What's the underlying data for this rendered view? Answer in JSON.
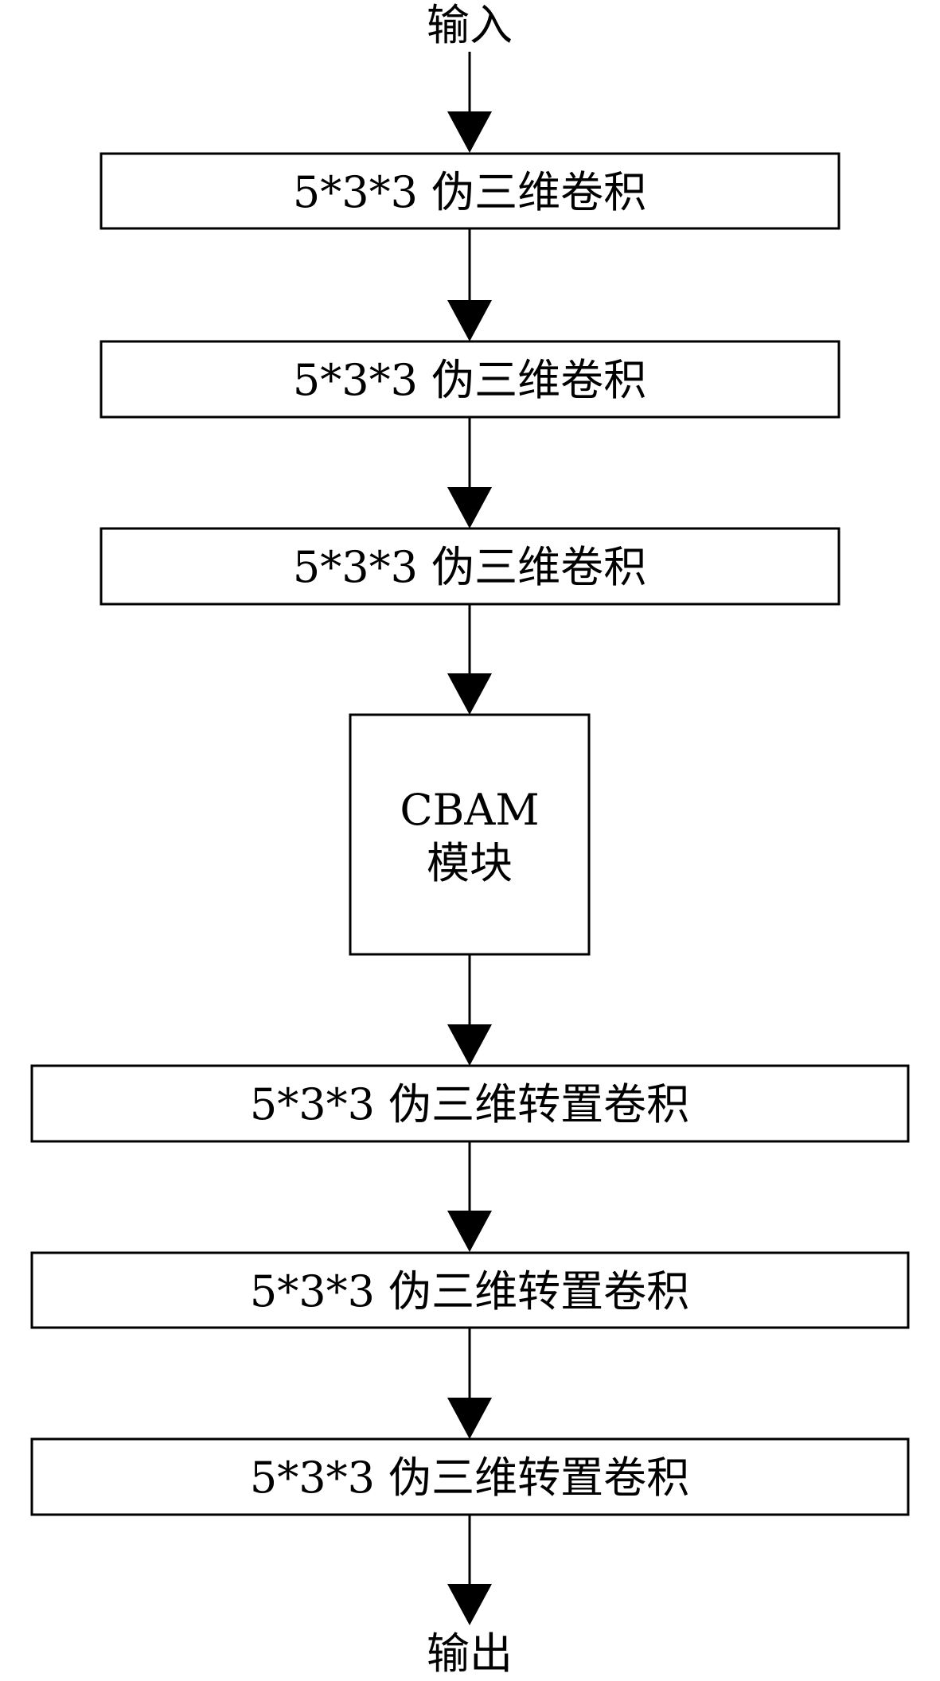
{
  "diagram": {
    "input_label": "输入",
    "output_label": "输出",
    "nodes": [
      {
        "id": "conv-1",
        "label": "5*3*3 伪三维卷积"
      },
      {
        "id": "conv-2",
        "label": "5*3*3 伪三维卷积"
      },
      {
        "id": "conv-3",
        "label": "5*3*3 伪三维卷积"
      },
      {
        "id": "cbam",
        "label_line1": "CBAM",
        "label_line2": "模块"
      },
      {
        "id": "tconv-1",
        "label": "5*3*3 伪三维转置卷积"
      },
      {
        "id": "tconv-2",
        "label": "5*3*3 伪三维转置卷积"
      },
      {
        "id": "tconv-3",
        "label": "5*3*3 伪三维转置卷积"
      }
    ],
    "edges": [
      {
        "from": "input",
        "to": "conv-1"
      },
      {
        "from": "conv-1",
        "to": "conv-2"
      },
      {
        "from": "conv-2",
        "to": "conv-3"
      },
      {
        "from": "conv-3",
        "to": "cbam"
      },
      {
        "from": "cbam",
        "to": "tconv-1"
      },
      {
        "from": "tconv-1",
        "to": "tconv-2"
      },
      {
        "from": "tconv-2",
        "to": "tconv-3"
      },
      {
        "from": "tconv-3",
        "to": "output"
      }
    ],
    "colors": {
      "stroke": "#000000",
      "fill": "#ffffff"
    }
  }
}
